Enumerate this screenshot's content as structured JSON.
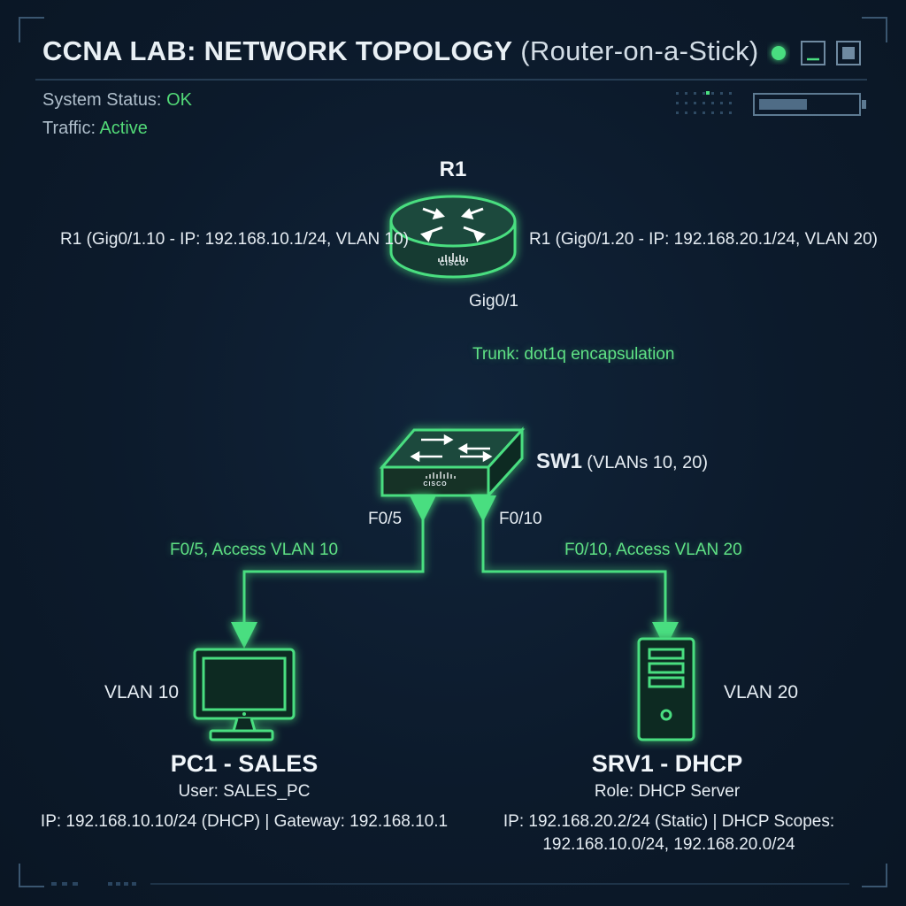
{
  "header": {
    "title_bold": "CCNA LAB: NETWORK TOPOLOGY",
    "title_light": "(Router-on-a-Stick)"
  },
  "status": {
    "system_label": "System Status:",
    "system_value": "OK",
    "traffic_label": "Traffic:",
    "traffic_value": "Active"
  },
  "router": {
    "name": "R1",
    "brand": "CISCO",
    "sub_left": "R1 (Gig0/1.10 - IP: 192.168.10.1/24, VLAN 10)",
    "sub_right": "R1 (Gig0/1.20 - IP: 192.168.20.1/24, VLAN 20)",
    "uplink_port": "Gig0/1"
  },
  "trunk": {
    "label": "Trunk: dot1q encapsulation"
  },
  "switch": {
    "name": "SW1",
    "vlans": "(VLANs 10, 20)",
    "brand": "CISCO",
    "port_left": "F0/5",
    "port_right": "F0/10"
  },
  "links": {
    "left": "F0/5, Access VLAN 10",
    "right": "F0/10, Access VLAN 20"
  },
  "pc": {
    "vlan": "VLAN 10",
    "name": "PC1 - SALES",
    "user": "User: SALES_PC",
    "ip": "IP: 192.168.10.10/24 (DHCP) | Gateway: 192.168.10.1"
  },
  "server": {
    "vlan": "VLAN 20",
    "name": "SRV1 - DHCP",
    "role": "Role: DHCP Server",
    "ip_line1": "IP: 192.168.20.2/24 (Static) | DHCP Scopes:",
    "ip_line2": "192.168.10.0/24, 192.168.20.0/24"
  },
  "colors": {
    "accent": "#4ade80",
    "background": "#0c1a2b",
    "text": "#e6edf3"
  }
}
